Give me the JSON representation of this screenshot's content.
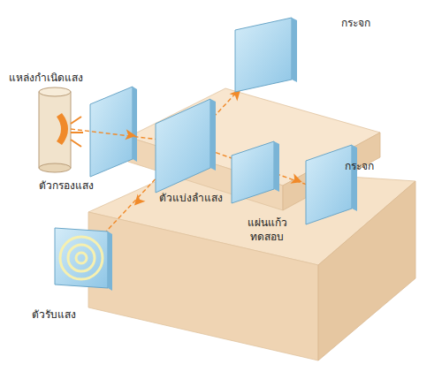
{
  "diagram": {
    "labels": [
      "แหล่งกำเนิดแสง",
      "กระจก",
      "ตัวกรองแสง",
      "ตัวแบ่งลำแสง",
      "กระจก",
      "แผ่นแก้ว ทดสอบ",
      "ตัวรับแสง"
    ]
  }
}
